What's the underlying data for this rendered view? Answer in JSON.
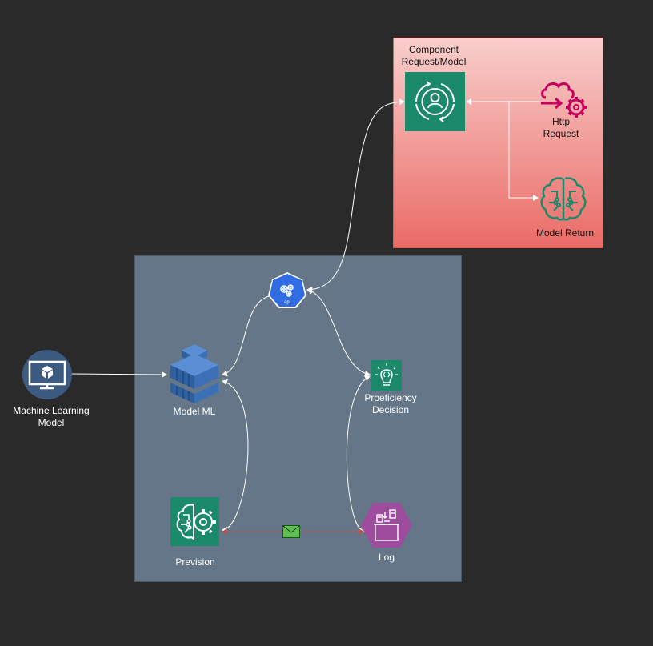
{
  "diagram": {
    "nodes": {
      "component": {
        "label_line1": "Component",
        "label_line2": "Request/Model"
      },
      "http_request": {
        "label_line1": "Http",
        "label_line2": "Request"
      },
      "model_return": {
        "label": "Model Return"
      },
      "api": {
        "label": "api"
      },
      "ml_model": {
        "label_line1": "Machine Learning",
        "label_line2": "Model"
      },
      "model_ml": {
        "label": "Model ML"
      },
      "proficiency": {
        "label_line1": "Proeficiency",
        "label_line2": "Decision"
      },
      "prevision": {
        "label": "Prevision"
      },
      "log": {
        "label": "Log"
      }
    },
    "colors": {
      "background": "#2a2a2a",
      "red_container": "#ea6b66",
      "gray_container": "#647687",
      "aws_green": "#1b8a6b",
      "pink": "#c7005e",
      "purple": "#9e4d9e",
      "kube_blue": "#326ce5",
      "aws_blue": "#3b6fb6"
    }
  }
}
